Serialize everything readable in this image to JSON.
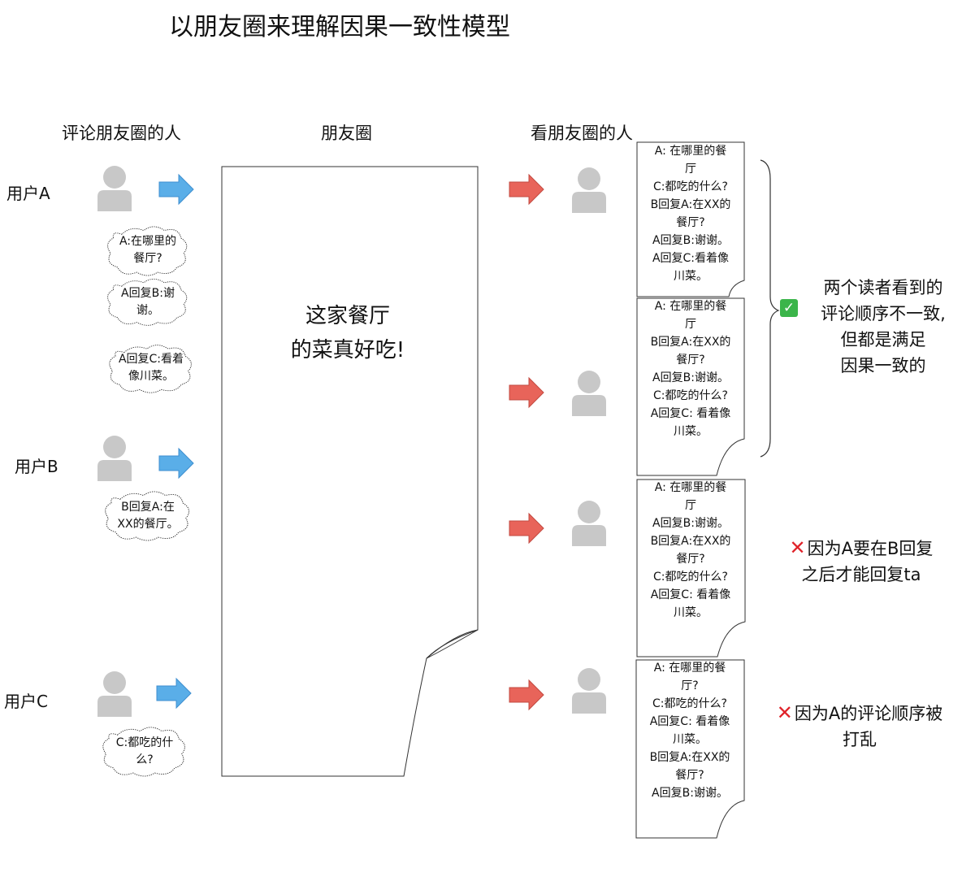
{
  "title": "以朋友圈来理解因果一致性模型",
  "columns": {
    "commenters": "评论朋友圈的人",
    "moments": "朋友圈",
    "viewers": "看朋友圈的人"
  },
  "users": [
    {
      "label": "用户A",
      "comments": [
        [
          "A:在哪里的",
          "餐厅?"
        ],
        [
          "A回复B:谢",
          "谢。"
        ],
        [
          "A回复C:看着",
          "像川菜。"
        ]
      ]
    },
    {
      "label": "用户B",
      "comments": [
        [
          "B回复A:在",
          "XX的餐厅。"
        ]
      ]
    },
    {
      "label": "用户C",
      "comments": [
        [
          "C:都吃的什",
          "么?"
        ]
      ]
    }
  ],
  "post": {
    "lines": [
      "这家餐厅",
      "的菜真好吃!"
    ]
  },
  "viewers": [
    {
      "lines": [
        "A:  在哪里的餐",
        "厅",
        "C:都吃的什么?",
        "B回复A:在XX的",
        "餐厅?",
        "A回复B:谢谢。",
        "A回复C:看着像",
        "川菜。"
      ]
    },
    {
      "lines": [
        "A:  在哪里的餐",
        "厅",
        "B回复A:在XX的",
        "餐厅?",
        "A回复B:谢谢。",
        "C:都吃的什么?",
        "A回复C:  看着像",
        "川菜。"
      ]
    },
    {
      "lines": [
        "A:  在哪里的餐",
        "厅",
        "A回复B:谢谢。",
        "B回复A:在XX的",
        "餐厅?",
        "C:都吃的什么?",
        "A回复C:  看着像",
        "川菜。"
      ]
    },
    {
      "lines": [
        "A:  在哪里的餐",
        "厅?",
        "C:都吃的什么?",
        "A回复C:  看着像",
        "川菜。",
        "B回复A:在XX的",
        "餐厅?",
        "A回复B:谢谢。"
      ]
    }
  ],
  "notes": {
    "consistent": {
      "icon": "check-mark-icon",
      "lines": [
        "两个读者看到的",
        "评论顺序不一致,",
        "但都是满足",
        "因果一致的"
      ]
    },
    "violation_1": {
      "icon": "cross-mark-icon",
      "lines": [
        "因为A要在B回复",
        "之后才能回复ta"
      ]
    },
    "violation_2": {
      "icon": "cross-mark-icon",
      "lines": [
        "因为A的评论顺序被",
        "打乱"
      ]
    }
  },
  "colors": {
    "blue_arrow": "#5aaee8",
    "red_arrow": "#e8645a",
    "person": "#c8c8c8",
    "check": "#3bb54a",
    "cross": "#e0232a"
  }
}
